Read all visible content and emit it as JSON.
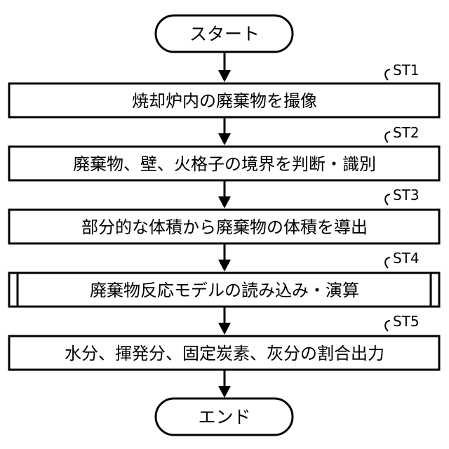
{
  "flowchart": {
    "start": "スタート",
    "end": "エンド",
    "steps": [
      {
        "id": "ST1",
        "text": "焼却炉内の廃棄物を撮像"
      },
      {
        "id": "ST2",
        "text": "廃棄物、壁、火格子の境界を判断・識別"
      },
      {
        "id": "ST3",
        "text": "部分的な体積から廃棄物の体積を導出"
      },
      {
        "id": "ST4",
        "text": "廃棄物反応モデルの読み込み・演算",
        "predefined_process": true
      },
      {
        "id": "ST5",
        "text": "水分、揮発分、固定炭素、灰分の割合出力"
      }
    ]
  }
}
